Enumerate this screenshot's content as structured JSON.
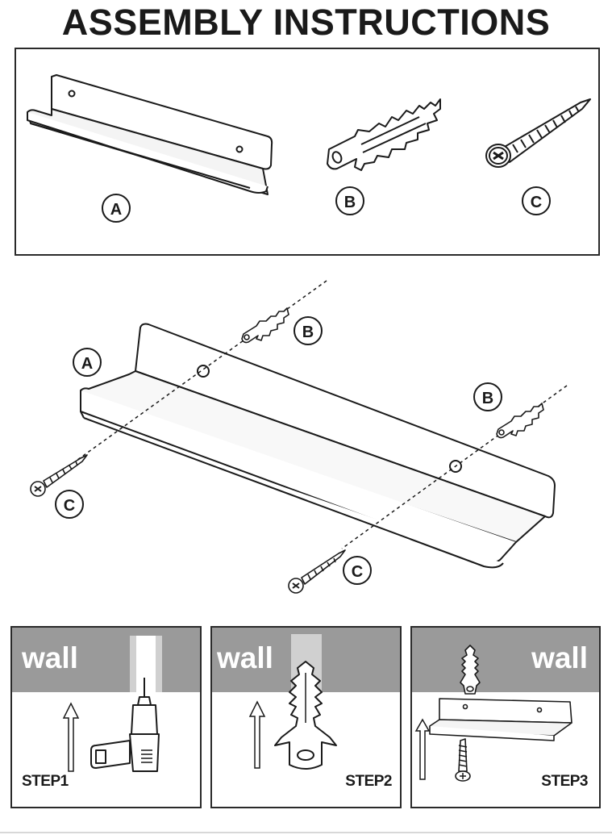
{
  "title": "ASSEMBLY INSTRUCTIONS",
  "parts": [
    {
      "letter": "A",
      "icon": "shelf-icon"
    },
    {
      "letter": "B",
      "icon": "wall-anchor-icon"
    },
    {
      "letter": "C",
      "icon": "screw-icon"
    }
  ],
  "diagram_labels": {
    "shelf": "A",
    "anchor_left": "B",
    "anchor_right": "B",
    "screw_left": "C",
    "screw_right": "C"
  },
  "steps": [
    {
      "wall": "wall",
      "label": "STEP1",
      "icon": "drill-icon"
    },
    {
      "wall": "wall",
      "label": "STEP2",
      "icon": "wall-anchor-icon"
    },
    {
      "wall": "wall",
      "label": "STEP3",
      "icon": "shelf-icon"
    }
  ],
  "colors": {
    "wall": "#9a9a9a",
    "line": "#1a1a1a",
    "hole": "#d0d0d0"
  }
}
